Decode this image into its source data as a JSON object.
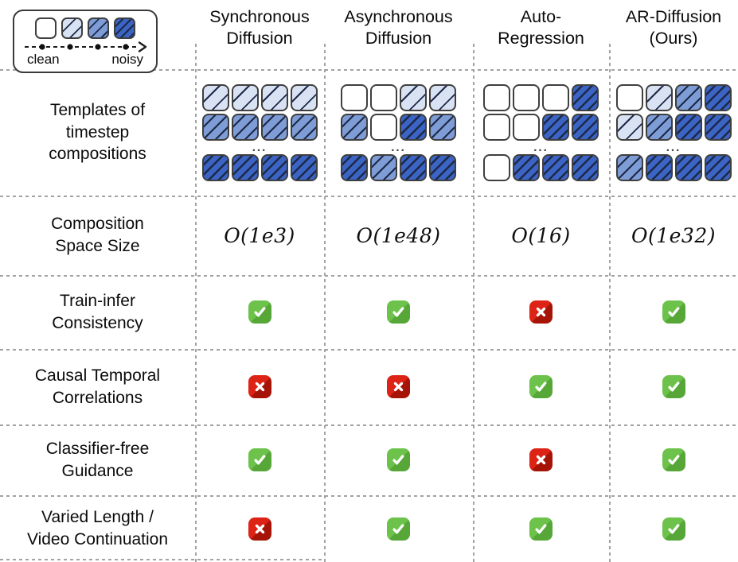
{
  "legend": {
    "clean_label": "clean",
    "noisy_label": "noisy",
    "levels": [
      0,
      1,
      2,
      3
    ]
  },
  "columns": [
    {
      "key": "sync",
      "title": "Synchronous\nDiffusion"
    },
    {
      "key": "async",
      "title": "Asynchronous\nDiffusion"
    },
    {
      "key": "autoreg",
      "title": "Auto-\nRegression"
    },
    {
      "key": "ar",
      "title": "AR-Diffusion\n(Ours)"
    }
  ],
  "template_row_label": "Templates of\ntimestep\ncompositions",
  "ellipsis": "...",
  "templates": {
    "sync": [
      [
        1,
        1,
        1,
        1
      ],
      [
        2,
        2,
        2,
        2
      ],
      "...",
      [
        3,
        3,
        3,
        3
      ]
    ],
    "async": [
      [
        0,
        0,
        1,
        1
      ],
      [
        2,
        0,
        3,
        2
      ],
      "...",
      [
        3,
        2,
        3,
        3
      ]
    ],
    "autoreg": [
      [
        0,
        0,
        0,
        3
      ],
      [
        0,
        0,
        3,
        3
      ],
      "...",
      [
        0,
        3,
        3,
        3
      ]
    ],
    "ar": [
      [
        0,
        1,
        2,
        3
      ],
      [
        1,
        2,
        3,
        3
      ],
      "...",
      [
        2,
        3,
        3,
        3
      ]
    ]
  },
  "space_row": {
    "label": "Composition\nSpace Size",
    "values": [
      "O(1e3)",
      "O(1e48)",
      "O(16)",
      "O(1e32)"
    ]
  },
  "features": [
    {
      "label": "Train-infer\nConsistency",
      "values": [
        "yes",
        "yes",
        "no",
        "yes"
      ]
    },
    {
      "label": "Causal Temporal\nCorrelations",
      "values": [
        "no",
        "no",
        "yes",
        "yes"
      ]
    },
    {
      "label": "Classifier-free\nGuidance",
      "values": [
        "yes",
        "yes",
        "no",
        "yes"
      ]
    },
    {
      "label": "Varied Length /\nVideo Continuation",
      "values": [
        "no",
        "yes",
        "yes",
        "yes"
      ]
    }
  ],
  "colors": {
    "level0": "#ffffff",
    "level1": "#d9e2f3",
    "level2": "#7e9cd6",
    "level3": "#3b64c4",
    "hatch": "#1c2947",
    "check_green": "#6cc24a",
    "check_green_dark": "#56a738",
    "cross_red": "#dc2316",
    "cross_red_dark": "#a61408"
  }
}
